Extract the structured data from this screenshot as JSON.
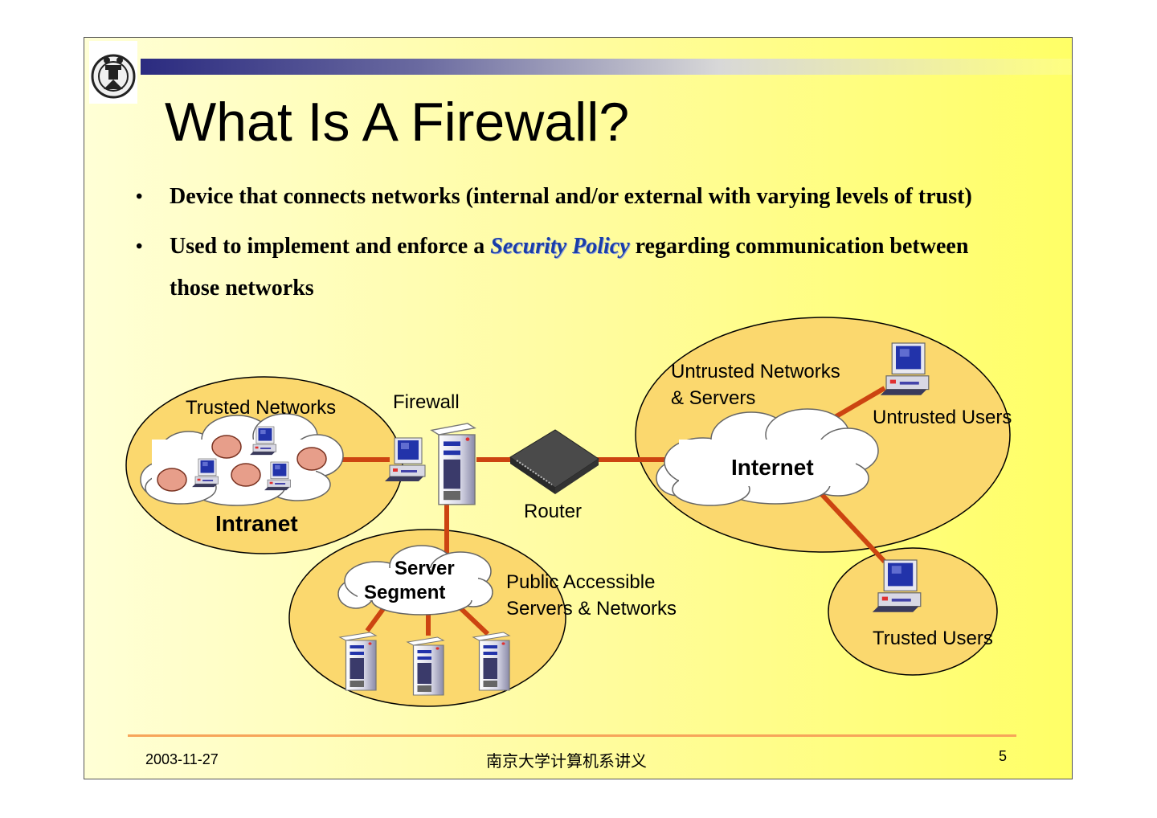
{
  "slide": {
    "title": "What Is A Firewall?",
    "bullets": [
      {
        "text": "Device that connects networks (internal and/or external with varying levels of trust)"
      },
      {
        "before": "Used to implement and enforce a ",
        "emphasis": "Security Policy",
        "after": " regarding communication between those networks"
      }
    ],
    "logo_icon": "university-seal-icon"
  },
  "diagram": {
    "trusted_networks": "Trusted Networks",
    "intranet": "Intranet",
    "firewall": "Firewall",
    "router": "Router",
    "untrusted_networks_line1": "Untrusted Networks",
    "untrusted_networks_line2": "& Servers",
    "internet": "Internet",
    "untrusted_users": "Untrusted Users",
    "trusted_users": "Trusted Users",
    "server_segment_line1": "Server",
    "server_segment_line2": "Segment",
    "public_line1": "Public Accessible",
    "public_line2": "Servers &  Networks",
    "colors": {
      "region_fill": "#fbd86e",
      "link": "#cc4411",
      "node": "#e79e8a",
      "screen": "#2233aa"
    }
  },
  "footer": {
    "date": "2003-11-27",
    "center": "南京大学计算机系讲义",
    "page": "5"
  }
}
